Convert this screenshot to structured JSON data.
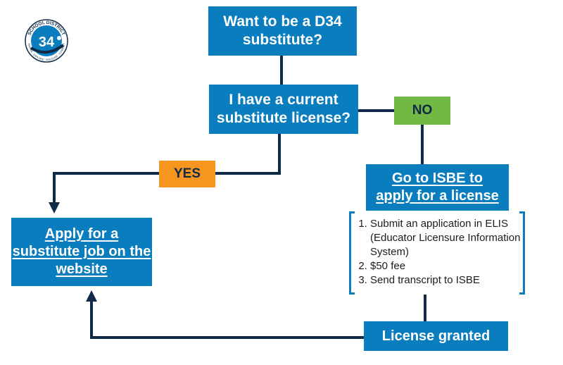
{
  "nodes": {
    "start": "Want to be a D34 substitute?",
    "license_question": "I have a current substitute license?",
    "no": "NO",
    "yes": "YES",
    "isbe_line1": "Go to ISBE to",
    "isbe_line2": "apply for a license",
    "apply": "Apply for a substitute job on the website",
    "granted": "License granted"
  },
  "steps": [
    "Submit an application in ELIS (Educator Licensure Information System)",
    "$50 fee",
    "Send transcript to ISBE"
  ],
  "logo": {
    "arc_text": "SCHOOL DISTRICT",
    "number": "34",
    "bottom_text": "INSPIRE · EXPLORE · DISCOVER · CONNECT"
  },
  "colors": {
    "box_blue": "#0a7dbf",
    "no_green": "#71b944",
    "yes_orange": "#f6961e",
    "connector": "#0e2a47"
  }
}
